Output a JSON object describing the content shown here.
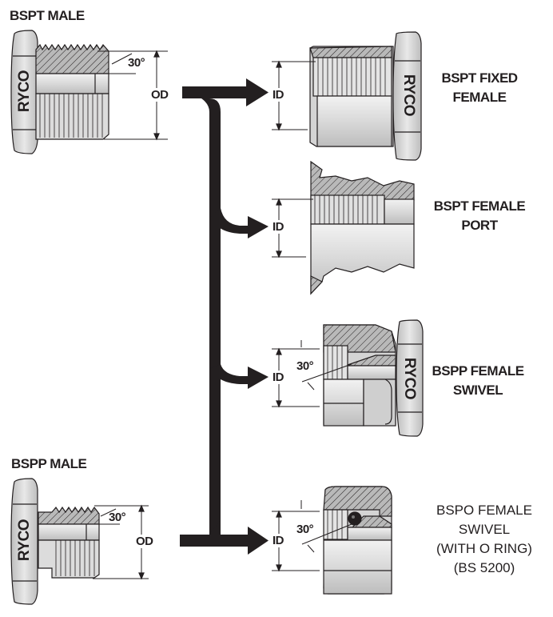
{
  "diagram": {
    "title": "BSP thread adaptor connection chart",
    "brand_mark": "RYCO",
    "colors": {
      "ink": "#231f20",
      "metal_light": "#e6e6e6",
      "metal_mid": "#c8c8c8",
      "metal_dark": "#9a9a9a",
      "background": "#ffffff"
    },
    "sources": [
      {
        "id": "bspt-male",
        "label": "BSPT MALE",
        "dimension": "OD",
        "angle": "30°",
        "brand": "RYCO"
      },
      {
        "id": "bspp-male",
        "label": "BSPP MALE",
        "dimension": "OD",
        "angle": "30°",
        "brand": "RYCO"
      }
    ],
    "targets": [
      {
        "id": "bspt-fixed-female",
        "label_lines": [
          "BSPT FIXED",
          "FEMALE"
        ],
        "dimension": "ID",
        "brand": "RYCO"
      },
      {
        "id": "bspt-female-port",
        "label_lines": [
          "BSPT FEMALE",
          "PORT"
        ],
        "dimension": "ID"
      },
      {
        "id": "bspp-female-swivel",
        "label_lines": [
          "BSPP FEMALE",
          "SWIVEL"
        ],
        "dimension": "ID",
        "angle": "30°",
        "brand": "RYCO"
      },
      {
        "id": "bspo-female-swivel",
        "label_lines": [
          "BSPO FEMALE",
          "SWIVEL",
          "(WITH O RING)",
          "(BS 5200)"
        ],
        "dimension": "ID",
        "angle": "30°"
      }
    ],
    "connections": [
      {
        "from": "bspt-male",
        "to": "bspt-fixed-female"
      },
      {
        "from": "bspt-male",
        "to": "bspt-female-port"
      },
      {
        "from": "bspt-male",
        "to": "bspp-female-swivel"
      },
      {
        "from": "bspp-male",
        "to": "bspp-female-swivel"
      },
      {
        "from": "bspp-male",
        "to": "bspo-female-swivel"
      }
    ]
  }
}
